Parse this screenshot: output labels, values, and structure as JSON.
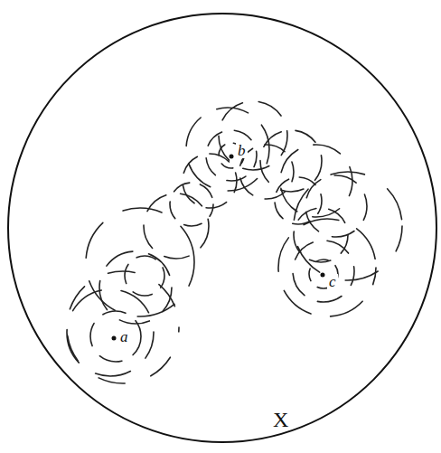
{
  "diagram": {
    "labels": [
      "a",
      "b",
      "c",
      "X"
    ]
  }
}
